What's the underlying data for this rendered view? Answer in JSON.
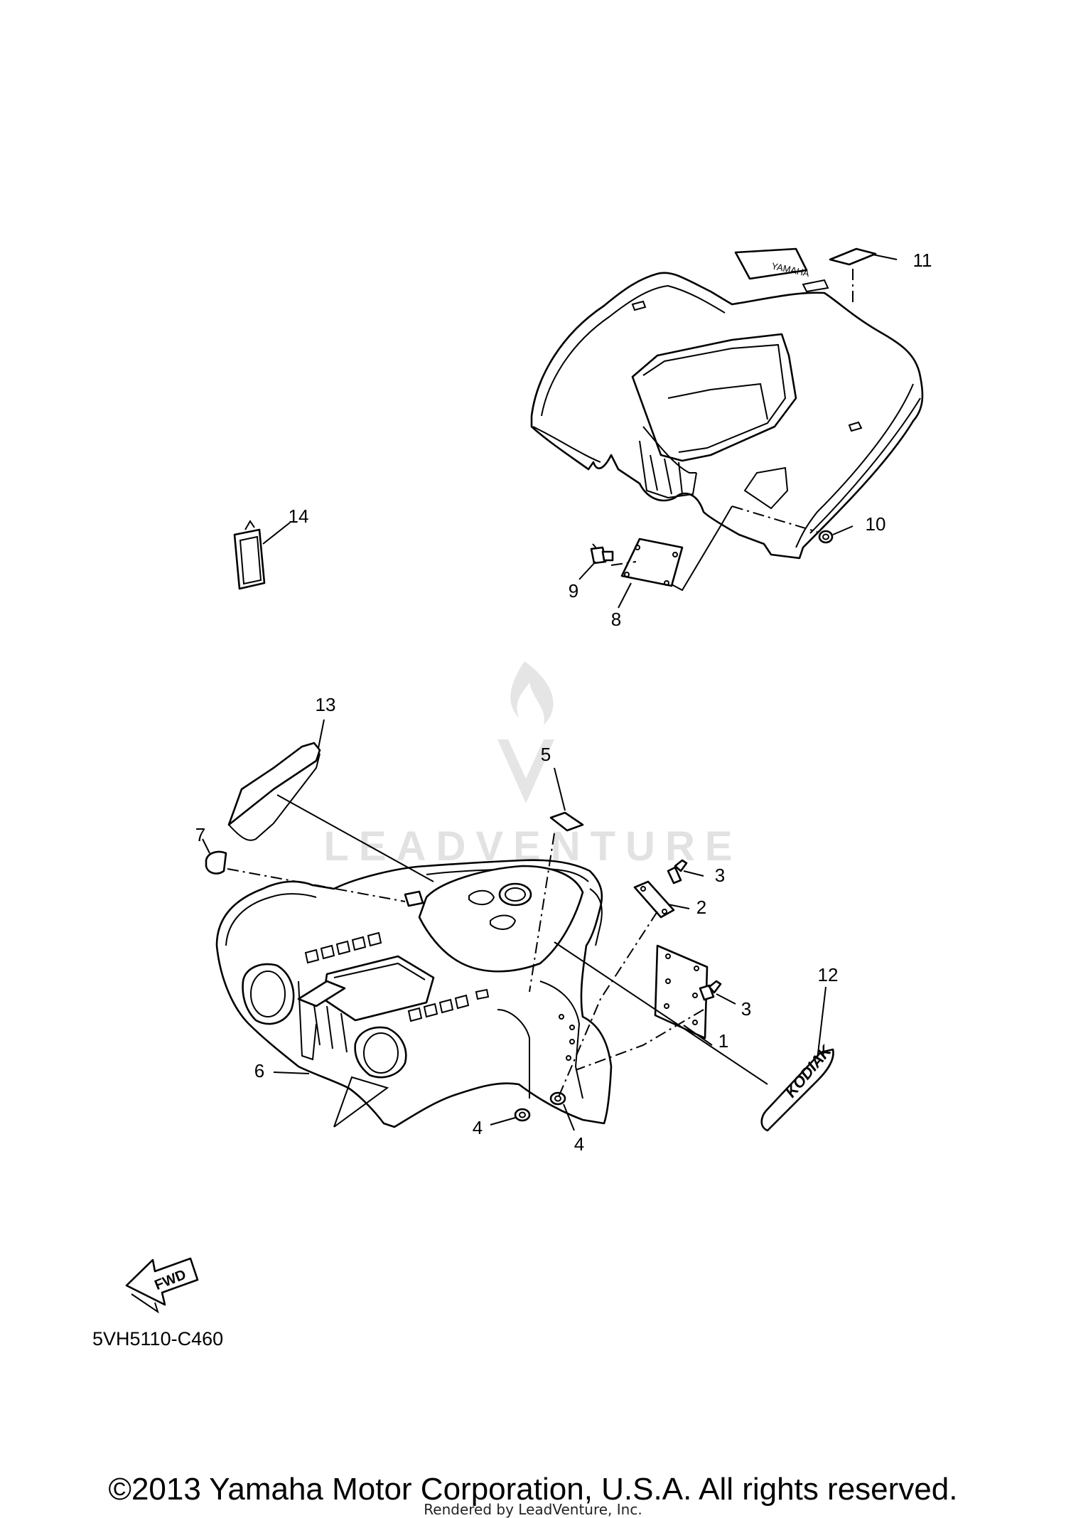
{
  "callouts": [
    {
      "id": "1",
      "label": "1"
    },
    {
      "id": "2",
      "label": "2"
    },
    {
      "id": "3a",
      "label": "3"
    },
    {
      "id": "3b",
      "label": "3"
    },
    {
      "id": "4a",
      "label": "4"
    },
    {
      "id": "4b",
      "label": "4"
    },
    {
      "id": "5",
      "label": "5"
    },
    {
      "id": "6",
      "label": "6"
    },
    {
      "id": "7",
      "label": "7"
    },
    {
      "id": "8",
      "label": "8"
    },
    {
      "id": "9",
      "label": "9"
    },
    {
      "id": "10",
      "label": "10"
    },
    {
      "id": "11",
      "label": "11"
    },
    {
      "id": "12",
      "label": "12"
    },
    {
      "id": "13",
      "label": "13"
    },
    {
      "id": "14",
      "label": "14"
    }
  ],
  "diagram_code": "5VH5110-C460",
  "fwd_label": "FWD",
  "watermark_text": "LEADVENTURE",
  "emblem_text": "KODIAK",
  "rear_logo_text": "YAMAHA",
  "copyright": "©2013 Yamaha Motor Corporation, U.S.A. All rights reserved.",
  "rendered_by": "Rendered by LeadVenture, Inc."
}
